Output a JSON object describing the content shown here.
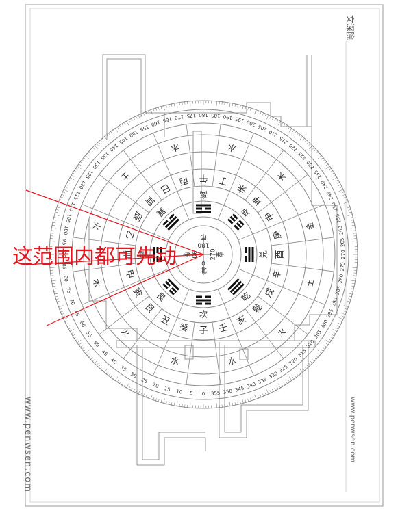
{
  "annotation": {
    "text": "这范围内都可先动",
    "color": "#e4151f"
  },
  "stamp_text": "文深院",
  "watermark_left": "www.penwsen.com",
  "watermark_right": "www.penwsen.com",
  "center": {
    "north": "北",
    "south": "南",
    "east": "东",
    "west": "西",
    "deg_north": "0",
    "deg_south": "180",
    "deg_east": "90",
    "deg_west": "270"
  },
  "degree_labels": [
    "0",
    "5",
    "10",
    "15",
    "20",
    "25",
    "30",
    "35",
    "40",
    "45",
    "50",
    "55",
    "60",
    "65",
    "70",
    "75",
    "80",
    "85",
    "90",
    "95",
    "100",
    "105",
    "110",
    "115",
    "120",
    "125",
    "130",
    "135",
    "140",
    "145",
    "150",
    "155",
    "160",
    "165",
    "170",
    "175",
    "180",
    "185",
    "190",
    "195",
    "200",
    "205",
    "210",
    "215",
    "220",
    "225",
    "230",
    "235",
    "240",
    "245",
    "250",
    "255",
    "260",
    "265",
    "270",
    "275",
    "280",
    "285",
    "290",
    "295",
    "300",
    "305",
    "310",
    "315",
    "320",
    "325",
    "330",
    "335",
    "340",
    "345",
    "350",
    "355"
  ],
  "mountains": [
    "子",
    "癸",
    "丑",
    "艮",
    "寅",
    "甲",
    "卯",
    "乙",
    "辰",
    "巽",
    "巳",
    "丙",
    "午",
    "丁",
    "未",
    "坤",
    "申",
    "庚",
    "酉",
    "辛",
    "戌",
    "乾",
    "亥",
    "壬"
  ],
  "trigram_names": [
    "坎",
    "艮",
    "震",
    "巽",
    "离",
    "坤",
    "兑",
    "乾"
  ],
  "elements": [
    "水",
    "火",
    "木",
    "火",
    "土",
    "木",
    "水",
    "木",
    "金",
    "土",
    "火",
    "水"
  ],
  "colors": {
    "line": "#8a8a8a",
    "ink": "#333333",
    "red": "#e4151f",
    "trigram": "#111111"
  }
}
